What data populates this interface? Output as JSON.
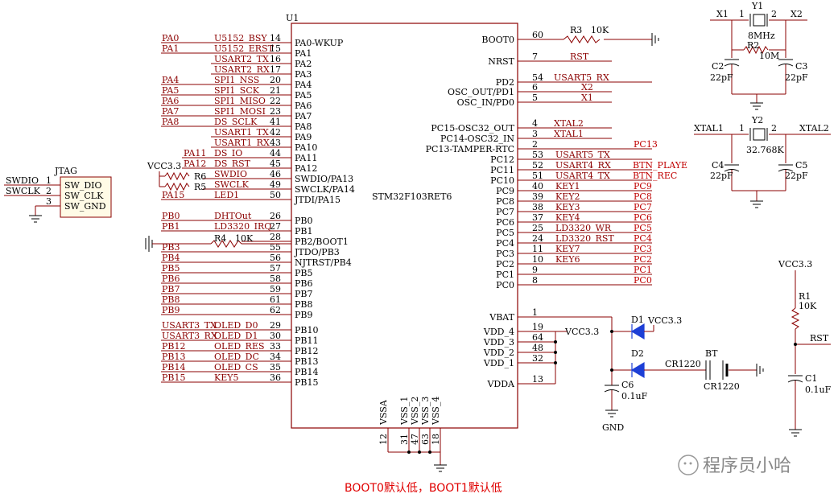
{
  "u1": {
    "ref": "U1",
    "part": "STM32F103RET6",
    "left_pins": [
      {
        "net": "PA0",
        "sig": "U5152_BSY",
        "num": "14",
        "name": "PA0-WKUP"
      },
      {
        "net": "PA1",
        "sig": "U5152_ERST",
        "num": "15",
        "name": "PA1"
      },
      {
        "net": "",
        "sig": "USART2_TX",
        "num": "16",
        "name": "PA2"
      },
      {
        "net": "",
        "sig": "USART2_RX",
        "num": "17",
        "name": "PA3"
      },
      {
        "net": "PA4",
        "sig": "SPI1_NSS",
        "num": "20",
        "name": "PA4"
      },
      {
        "net": "PA5",
        "sig": "SPI1_SCK",
        "num": "21",
        "name": "PA5"
      },
      {
        "net": "PA6",
        "sig": "SPI1_MISO",
        "num": "22",
        "name": "PA6"
      },
      {
        "net": "PA7",
        "sig": "SPI1_MOSI",
        "num": "23",
        "name": "PA7"
      },
      {
        "net": "PA8",
        "sig": "DS_SCLK",
        "num": "41",
        "name": "PA8"
      },
      {
        "net": "",
        "sig": "USART1_TX",
        "num": "42",
        "name": "PA9"
      },
      {
        "net": "",
        "sig": "USART1_RX",
        "num": "43",
        "name": "PA10"
      },
      {
        "net": "PA11",
        "sig": "DS_IO",
        "num": "44",
        "name": "PA11"
      },
      {
        "net": "PA12",
        "sig": "DS_RST",
        "num": "45",
        "name": "PA12"
      },
      {
        "net": "",
        "sig": "SWDIO",
        "num": "46",
        "name": "SWDIO/PA13"
      },
      {
        "net": "",
        "sig": "SWCLK",
        "num": "49",
        "name": "SWCLK/PA14"
      },
      {
        "net": "PA15",
        "sig": "LED1",
        "num": "50",
        "name": "JTDI/PA15"
      },
      {
        "net": "PB0",
        "sig": "DHTOut",
        "num": "26",
        "name": "PB0"
      },
      {
        "net": "PB1",
        "sig": "LD3320_IRQ",
        "num": "27",
        "name": "PB1"
      },
      {
        "net": "",
        "sig": "",
        "num": "28",
        "name": "PB2/BOOT1"
      },
      {
        "net": "PB3",
        "sig": "",
        "num": "55",
        "name": "JTDO/PB3"
      },
      {
        "net": "PB4",
        "sig": "",
        "num": "56",
        "name": "NJTRST/PB4"
      },
      {
        "net": "PB5",
        "sig": "",
        "num": "57",
        "name": "PB5"
      },
      {
        "net": "PB6",
        "sig": "",
        "num": "58",
        "name": "PB6"
      },
      {
        "net": "PB7",
        "sig": "",
        "num": "59",
        "name": "PB7"
      },
      {
        "net": "PB8",
        "sig": "",
        "num": "61",
        "name": "PB8"
      },
      {
        "net": "PB9",
        "sig": "",
        "num": "62",
        "name": "PB9"
      },
      {
        "net": "USART3_TX",
        "sig": "OLED_D0",
        "num": "29",
        "name": "PB10"
      },
      {
        "net": "USART3_RX",
        "sig": "OLED_D1",
        "num": "30",
        "name": "PB11"
      },
      {
        "net": "PB12",
        "sig": "OLED_RES",
        "num": "33",
        "name": "PB12"
      },
      {
        "net": "PB13",
        "sig": "OLED_DC",
        "num": "34",
        "name": "PB13"
      },
      {
        "net": "PB14",
        "sig": "OLED_CS",
        "num": "35",
        "name": "PB14"
      },
      {
        "net": "PB15",
        "sig": "KEY5",
        "num": "36",
        "name": "PB15"
      }
    ],
    "right_top": [
      {
        "name": "BOOT0",
        "num": "60",
        "sig": ""
      },
      {
        "name": "NRST",
        "num": "7",
        "sig": "RST"
      },
      {
        "name": "PD2",
        "num": "54",
        "sig": "USART5_RX"
      },
      {
        "name": "OSC_OUT/PD1",
        "num": "6",
        "sig": "X2"
      },
      {
        "name": "OSC_IN/PD0",
        "num": "5",
        "sig": "X1"
      },
      {
        "name": "PC15-OSC32_OUT",
        "num": "4",
        "sig": "XTAL2"
      },
      {
        "name": "PC14-OSC32_IN",
        "num": "3",
        "sig": "XTAL1"
      },
      {
        "name": "PC13-TAMPER-RTC",
        "num": "2",
        "sig": ""
      }
    ],
    "right_pc": [
      {
        "name": "PC12",
        "num": "53",
        "sig": "USART5_TX",
        "net": ""
      },
      {
        "name": "PC11",
        "num": "52",
        "sig": "USART4_RX",
        "net": "BTN_PLAYE"
      },
      {
        "name": "PC10",
        "num": "51",
        "sig": "USART4_TX",
        "net": "BTN_REC"
      },
      {
        "name": "PC9",
        "num": "40",
        "sig": "KEY1",
        "net": "PC9"
      },
      {
        "name": "PC8",
        "num": "39",
        "sig": "KEY2",
        "net": "PC8"
      },
      {
        "name": "PC7",
        "num": "38",
        "sig": "KEY3",
        "net": "PC7"
      },
      {
        "name": "PC6",
        "num": "37",
        "sig": "KEY4",
        "net": "PC6"
      },
      {
        "name": "PC5",
        "num": "25",
        "sig": "LD3320_WR",
        "net": "PC5"
      },
      {
        "name": "PC4",
        "num": "24",
        "sig": "LD3320_RST",
        "net": "PC4"
      },
      {
        "name": "PC3",
        "num": "11",
        "sig": "KEY7",
        "net": "PC3"
      },
      {
        "name": "PC2",
        "num": "10",
        "sig": "KEY6",
        "net": "PC2"
      },
      {
        "name": "PC1",
        "num": "9",
        "sig": "",
        "net": "PC1"
      },
      {
        "name": "PC0",
        "num": "8",
        "sig": "",
        "net": "PC0"
      }
    ],
    "power_pins": [
      {
        "name": "VBAT",
        "num": "1"
      },
      {
        "name": "VDD_4",
        "num": "19"
      },
      {
        "name": "VDD_3",
        "num": "64"
      },
      {
        "name": "VDD_2",
        "num": "48"
      },
      {
        "name": "VDD_1",
        "num": "32"
      },
      {
        "name": "VDDA",
        "num": "13"
      }
    ],
    "bottom_pins": [
      {
        "name": "VSSA",
        "num": "12"
      },
      {
        "name": "VSS_1",
        "num": "31"
      },
      {
        "name": "VSS_2",
        "num": "47"
      },
      {
        "name": "VSS_3",
        "num": "63"
      },
      {
        "name": "VSS_4",
        "num": "18"
      }
    ],
    "pc13_net": "PC13"
  },
  "boot": {
    "res": "R3",
    "val": "10K"
  },
  "pb2": {
    "res": "R4",
    "val": "10K"
  },
  "vcc_label": "VCC3.3",
  "swd": {
    "r6": "R6",
    "r5": "R5",
    "vcc": "VCC3.3"
  },
  "jtag": {
    "title": "JTAG",
    "pins": [
      {
        "net": "SWDIO",
        "num": "1",
        "name": "SW_DIO"
      },
      {
        "net": "SWCLK",
        "num": "2",
        "name": "SW_CLK"
      },
      {
        "net": "",
        "num": "3",
        "name": "SW_GND"
      }
    ]
  },
  "xtal_hs": {
    "x1": "X1",
    "x2": "X2",
    "y": "Y1",
    "freq": "8MHz",
    "r": "R2",
    "rval": "10M",
    "c2": "C2",
    "c3": "C3",
    "c2v": "22pF",
    "c3v": "22pF",
    "p1": "1",
    "p2": "2"
  },
  "xtal_ls": {
    "x1": "XTAL1",
    "x2": "XTAL2",
    "y": "Y2",
    "freq": "32.768K",
    "c4": "C4",
    "c5": "C5",
    "c4v": "22pF",
    "c5v": "22pF",
    "p1": "1",
    "p2": "2"
  },
  "power": {
    "d1": "D1",
    "d2": "D2",
    "vcc": "VCC3.3",
    "vcc_vdd": "VCC3.3",
    "bt": "BT",
    "bt_val": "CR1220",
    "bt_net": "CR1220",
    "c6": "C6",
    "c6v": "0.1uF",
    "gnd": "GND"
  },
  "reset": {
    "vcc": "VCC3.3",
    "r1": "R1",
    "r1v": "10K",
    "net": "RST",
    "c1": "C1",
    "c1v": "0.1uF"
  },
  "note": "BOOT0默认低，BOOT1默认低",
  "watermark": "程序员小哈"
}
